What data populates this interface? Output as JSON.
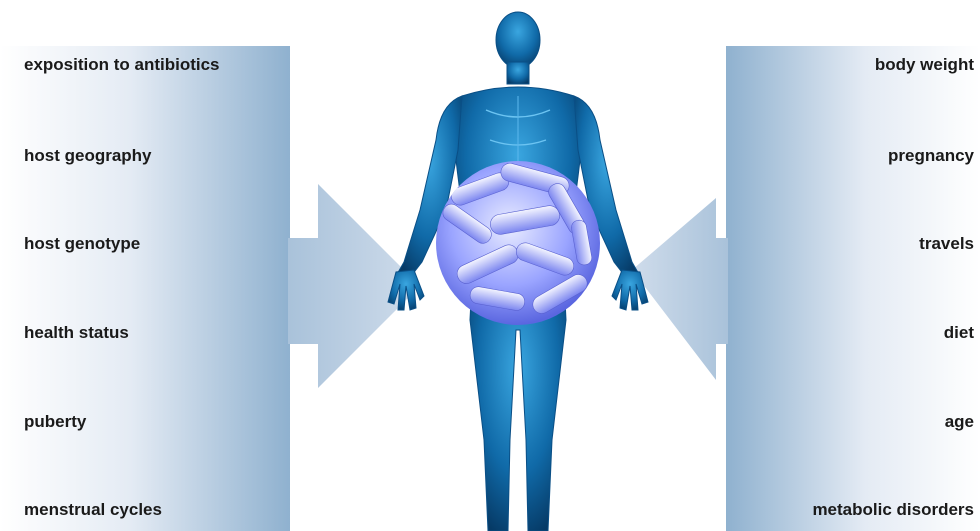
{
  "left_factors": [
    "exposition to antibiotics",
    "host geography",
    "host genotype",
    "health status",
    "puberty",
    "menstrual cycles"
  ],
  "right_factors": [
    "body weight",
    "pregnancy",
    "travels",
    "diet",
    "age",
    "metabolic disorders"
  ]
}
